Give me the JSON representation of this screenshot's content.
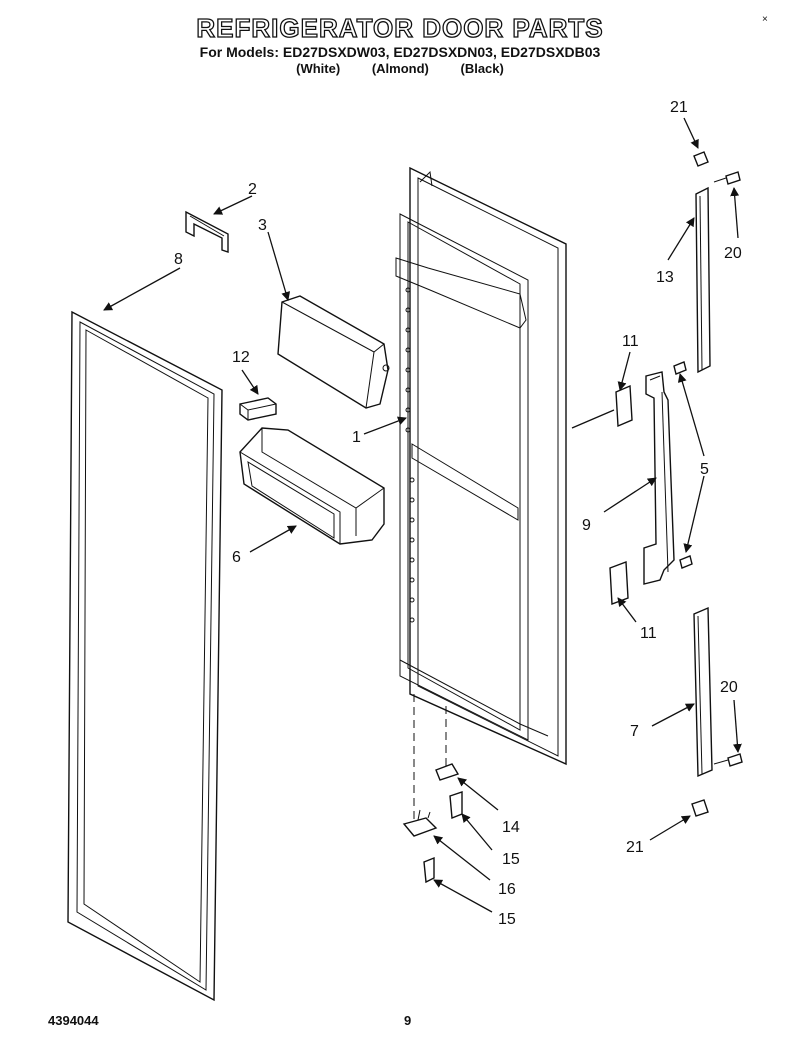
{
  "header": {
    "title": "REFRIGERATOR DOOR PARTS",
    "models": "For Models: ED27DSXDW03, ED27DSXDN03, ED27DSXDB03",
    "colors": [
      "(White)",
      "(Almond)",
      "(Black)"
    ],
    "corner_mark": "×"
  },
  "callouts": {
    "c1": "1",
    "c2": "2",
    "c3": "3",
    "c5": "5",
    "c6": "6",
    "c7": "7",
    "c8": "8",
    "c9": "9",
    "c11a": "11",
    "c11b": "11",
    "c12": "12",
    "c13": "13",
    "c14": "14",
    "c15a": "15",
    "c15b": "15",
    "c16": "16",
    "c20a": "20",
    "c20b": "20",
    "c21a": "21",
    "c21b": "21"
  },
  "footer": {
    "doc_number": "4394044",
    "page_number": "9"
  }
}
